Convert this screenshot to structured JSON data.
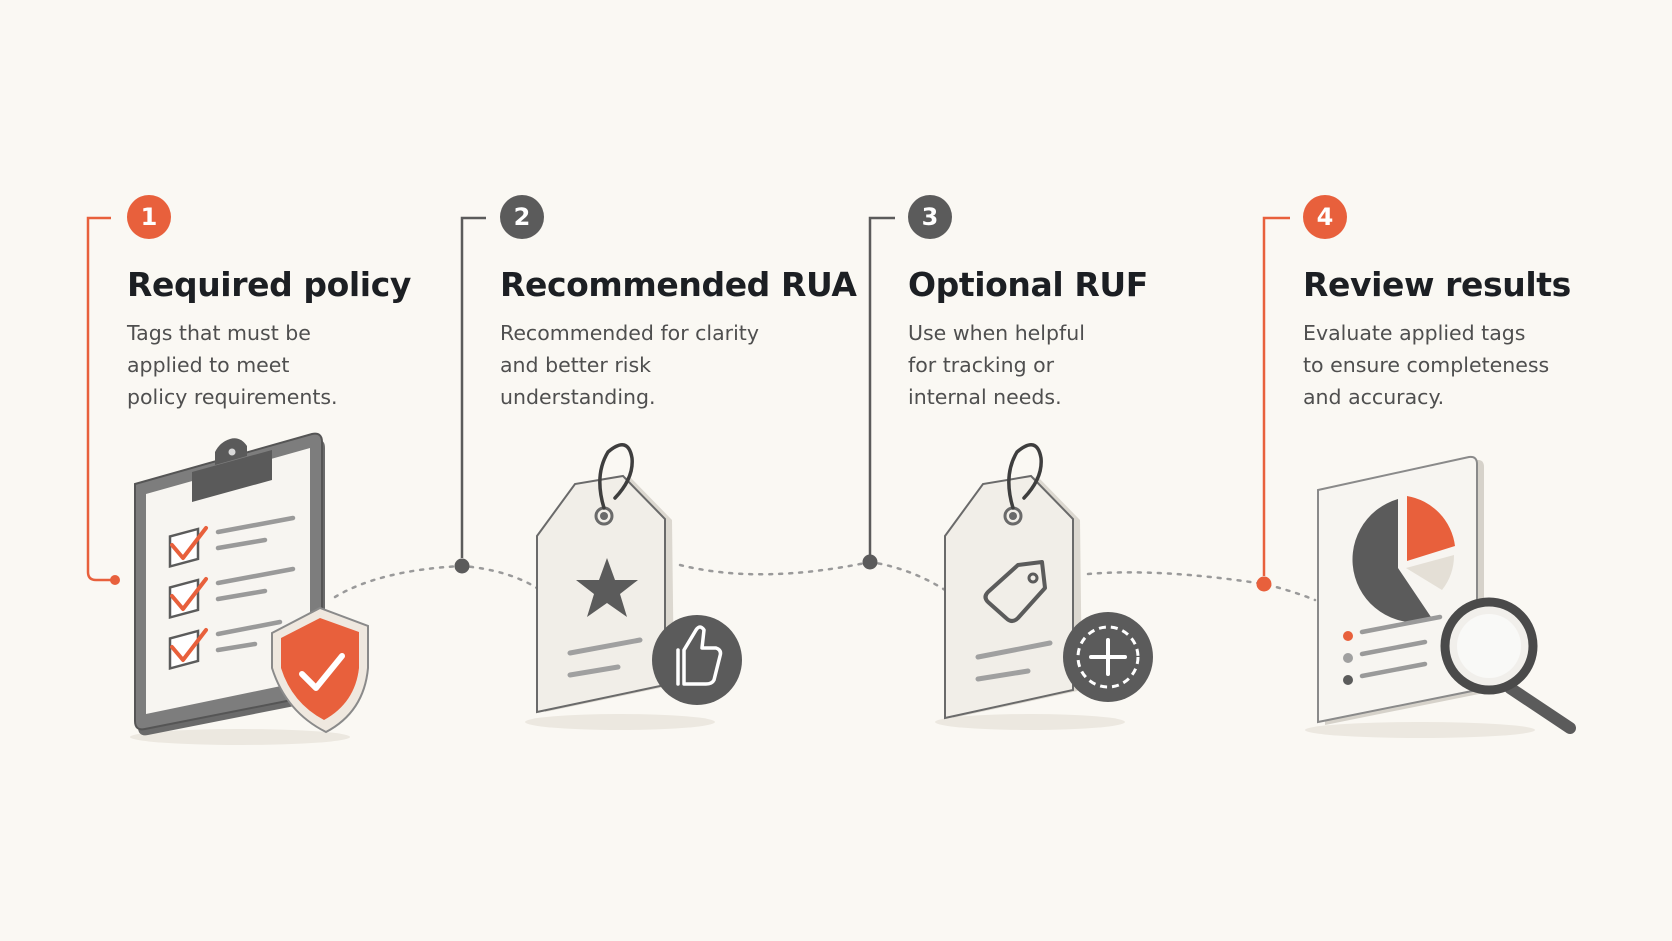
{
  "colors": {
    "accent": "#e8603c",
    "neutral": "#5b5b5b",
    "background": "#faf8f3",
    "title_text": "#1c1f23",
    "body_text": "#4f4f4f"
  },
  "steps": [
    {
      "number": "1",
      "badge_color": "orange",
      "title": "Required policy",
      "lines": [
        "Tags that must be",
        "applied to meet",
        "policy requirements."
      ],
      "icon": "clipboard-checklist-shield-icon"
    },
    {
      "number": "2",
      "badge_color": "gray",
      "title": "Recommended RUA",
      "lines": [
        "Recommended for clarity",
        "and better risk",
        "understanding."
      ],
      "icon": "star-tag-thumbs-up-icon"
    },
    {
      "number": "3",
      "badge_color": "gray",
      "title": "Optional RUF",
      "lines": [
        "Use when helpful",
        "for tracking or",
        "internal needs."
      ],
      "icon": "tag-plus-icon"
    },
    {
      "number": "4",
      "badge_color": "orange",
      "title": "Review results",
      "lines": [
        "Evaluate applied tags",
        "to ensure completeness",
        "and accuracy."
      ],
      "icon": "report-magnifier-icon"
    }
  ]
}
